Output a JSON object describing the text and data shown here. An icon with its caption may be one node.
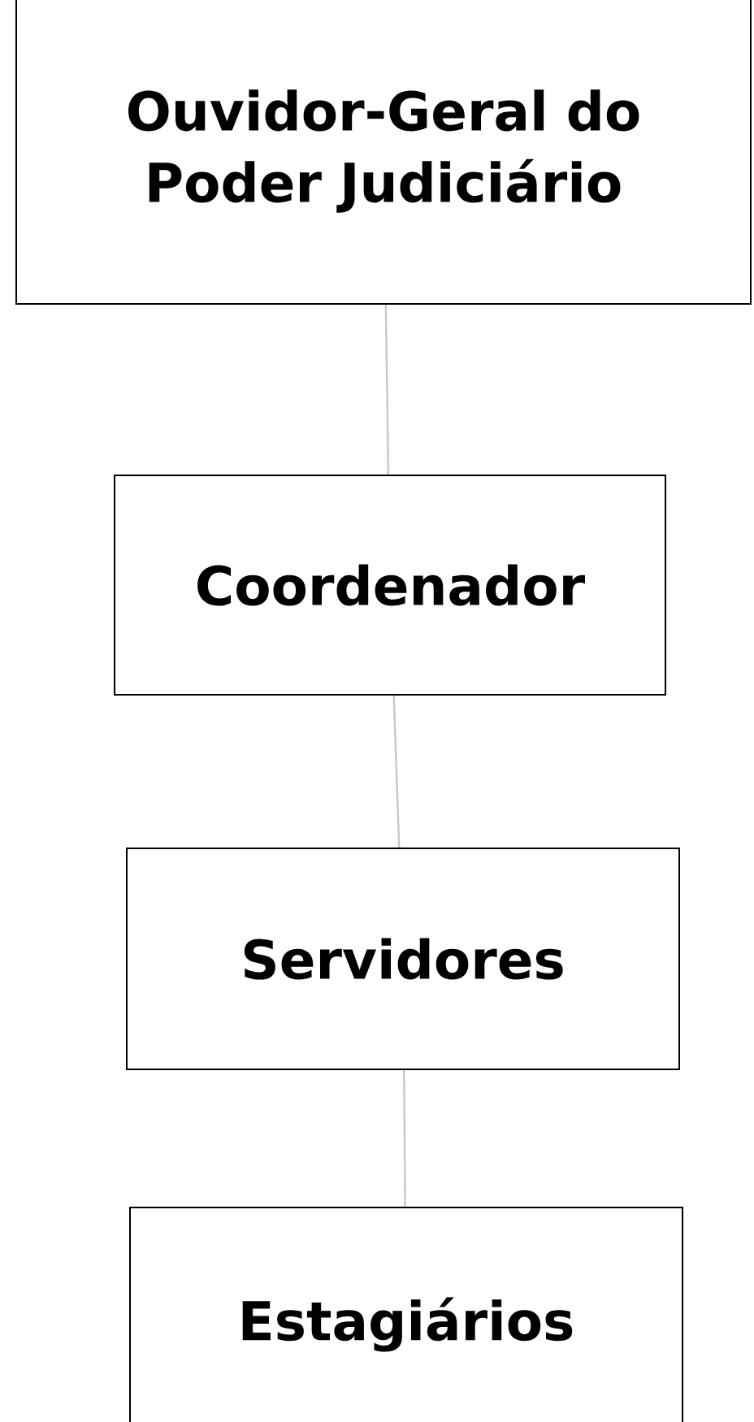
{
  "diagram": {
    "nodes": [
      {
        "text": [
          "Ouvidor-Geral do Poder Judiciário"
        ]
      },
      {
        "text": [
          "Coordenador"
        ]
      },
      {
        "text": [
          "Servidores"
        ]
      },
      {
        "text": [
          "Estagiários"
        ]
      }
    ],
    "edges": [
      {
        "from": 0,
        "to": 1,
        "arrow": "none"
      },
      {
        "from": 1,
        "to": 2,
        "arrow": "none"
      },
      {
        "from": 2,
        "to": 3,
        "arrow": "none"
      }
    ]
  }
}
